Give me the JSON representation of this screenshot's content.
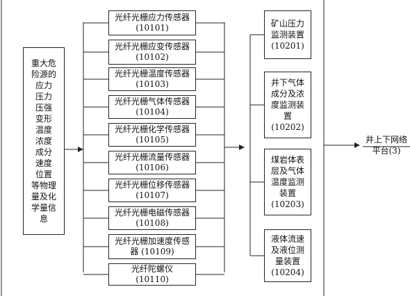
{
  "source": {
    "lines": [
      "重大危",
      "险源的",
      "应力",
      "压力",
      "压强",
      "变形",
      "温度",
      "浓度",
      "成分",
      "速度",
      "位置",
      "等物理",
      "量及化",
      "学量信",
      "息"
    ]
  },
  "sensors": [
    {
      "name": "光纤光栅应力传感器",
      "code": "(10101)"
    },
    {
      "name": "光纤光栅应变传感器",
      "code": "(10102)"
    },
    {
      "name": "光纤光栅温度传感器",
      "code": "(10103)"
    },
    {
      "name": "光纤光栅气体传感器",
      "code": "(10104)"
    },
    {
      "name": "光纤光栅化学传感器",
      "code": "(10105)"
    },
    {
      "name": "光纤光栅流量传感器",
      "code": "(10106)"
    },
    {
      "name": "光纤光栅位移传感器",
      "code": "(10107)"
    },
    {
      "name": "光纤光栅电磁传感器",
      "code": "(10108)"
    },
    {
      "name": "光纤光栅加速度传感",
      "name2": "器  (10109)"
    },
    {
      "name": "光纤陀螺仪",
      "code": "(10110)"
    }
  ],
  "devices": [
    {
      "lines": [
        "矿山压力",
        "监测装置",
        "(10201)"
      ]
    },
    {
      "lines": [
        "井下气体",
        "成分及浓",
        "度监测装",
        "置",
        "(10202)"
      ]
    },
    {
      "lines": [
        "煤岩体表",
        "层及气体",
        "温度监测",
        "装置",
        "(10203)"
      ]
    },
    {
      "lines": [
        "液体流速",
        "及液位测",
        "量装置",
        "(10204)"
      ]
    }
  ],
  "platform": {
    "lines": [
      "井上下网络",
      "平台(3)"
    ]
  }
}
